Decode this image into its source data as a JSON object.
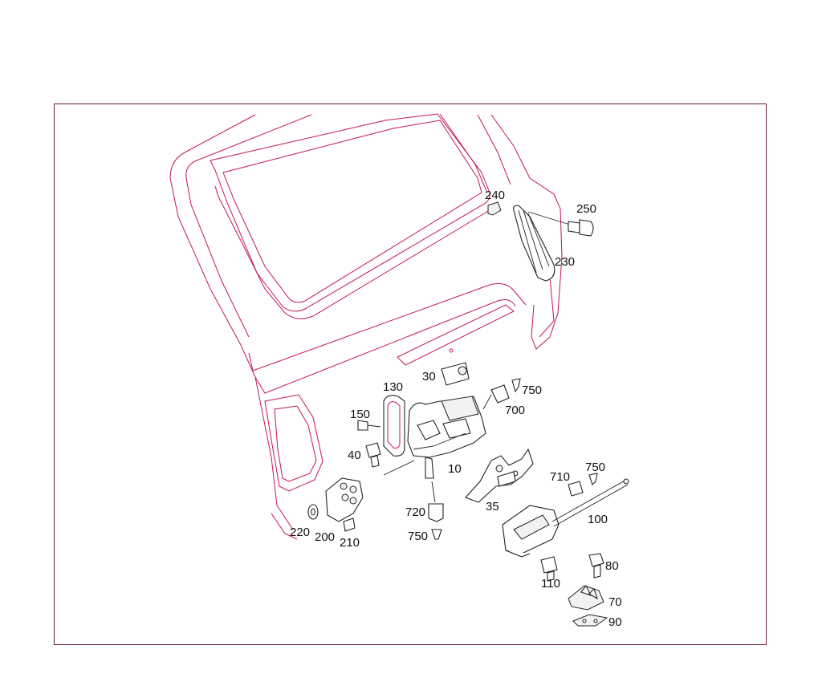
{
  "colors": {
    "frame": "#6b1a2e",
    "body_outline": "#c4184a",
    "part_outline": "#222222",
    "text": "#111111"
  },
  "callouts": {
    "c240": "240",
    "c250": "250",
    "c230": "230",
    "c130": "130",
    "c30": "30",
    "c750a": "750",
    "c700": "700",
    "c150": "150",
    "c40": "40",
    "c10": "10",
    "c710": "710",
    "c750b": "750",
    "c35": "35",
    "c720": "720",
    "c100": "100",
    "c750c": "750",
    "c220": "220",
    "c200": "200",
    "c210": "210",
    "c80": "80",
    "c110": "110",
    "c70": "70",
    "c90": "90"
  }
}
